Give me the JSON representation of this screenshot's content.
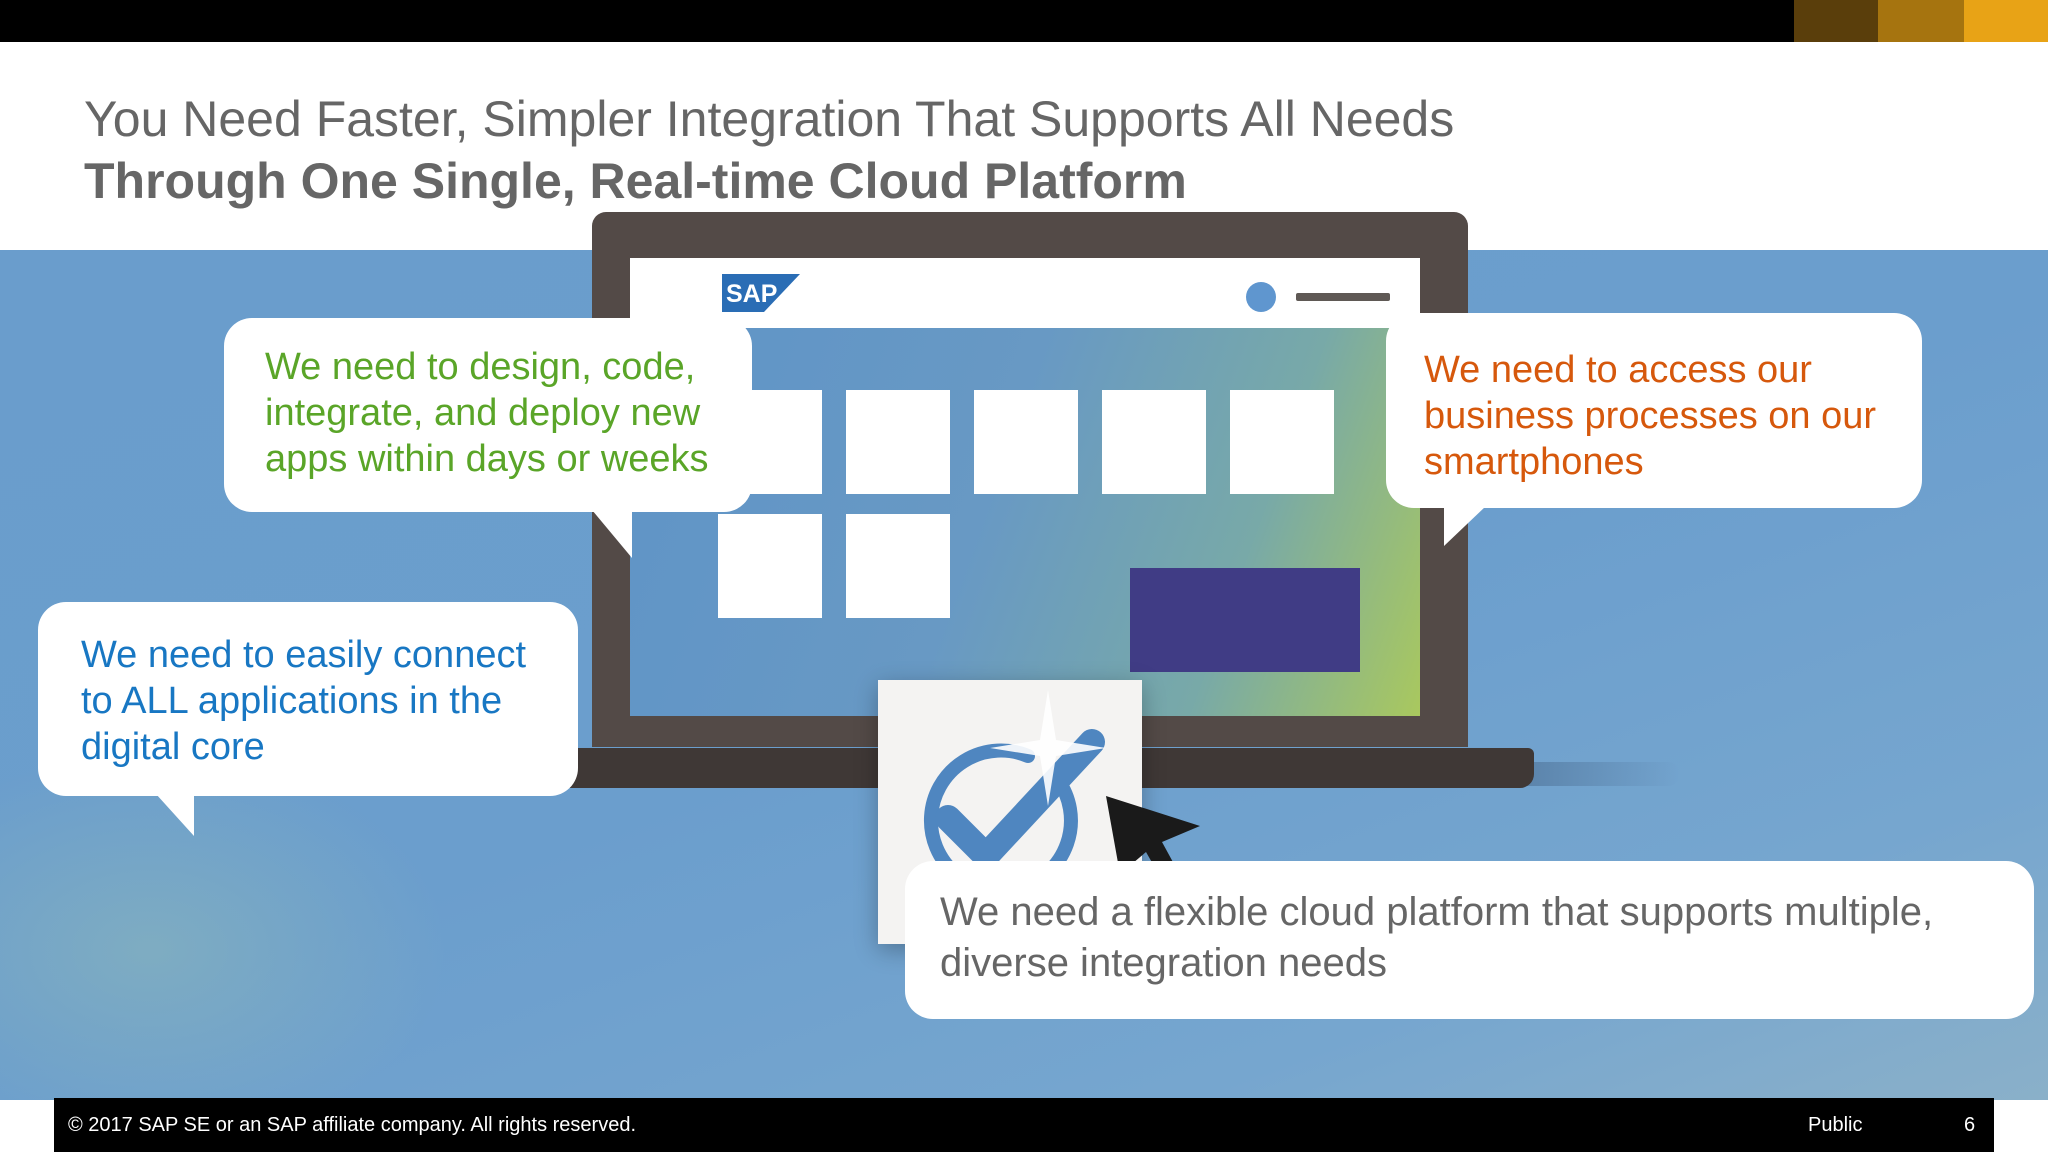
{
  "brand_colors": {
    "green": "#5aa528",
    "orange": "#d6580c",
    "blue": "#1877c3",
    "gray_text": "#666666",
    "accent_dark": "#5a3e0b",
    "accent_mid": "#a6740f",
    "accent_gold": "#e8a316"
  },
  "slide": {
    "title_line1": "You Need Faster, Simpler Integration That Supports All Needs",
    "title_line2": "Through One Single, Real-time Cloud Platform"
  },
  "bubbles": {
    "developer": {
      "lines": [
        "We need to design, code,",
        "integrate, and deploy new",
        "apps within days or weeks"
      ]
    },
    "mobile": {
      "lines": [
        "We need to access our",
        "business processes on our",
        "smartphones"
      ]
    },
    "connect": {
      "lines": [
        "We need to easily connect",
        "to ALL applications in the",
        "digital core"
      ]
    },
    "platform": {
      "lines": [
        "We need a flexible cloud platform that supports multiple,",
        "diverse integration needs"
      ]
    }
  },
  "illustration": {
    "logo": "SAP",
    "icons": [
      "sap-logo-icon",
      "checkmark-icon",
      "cursor-arrow-icon",
      "laptop-icon"
    ]
  },
  "footer": {
    "copyright": "© 2017 SAP SE or an SAP affiliate company. All rights reserved.",
    "classification": "Public",
    "page_number": "6"
  }
}
